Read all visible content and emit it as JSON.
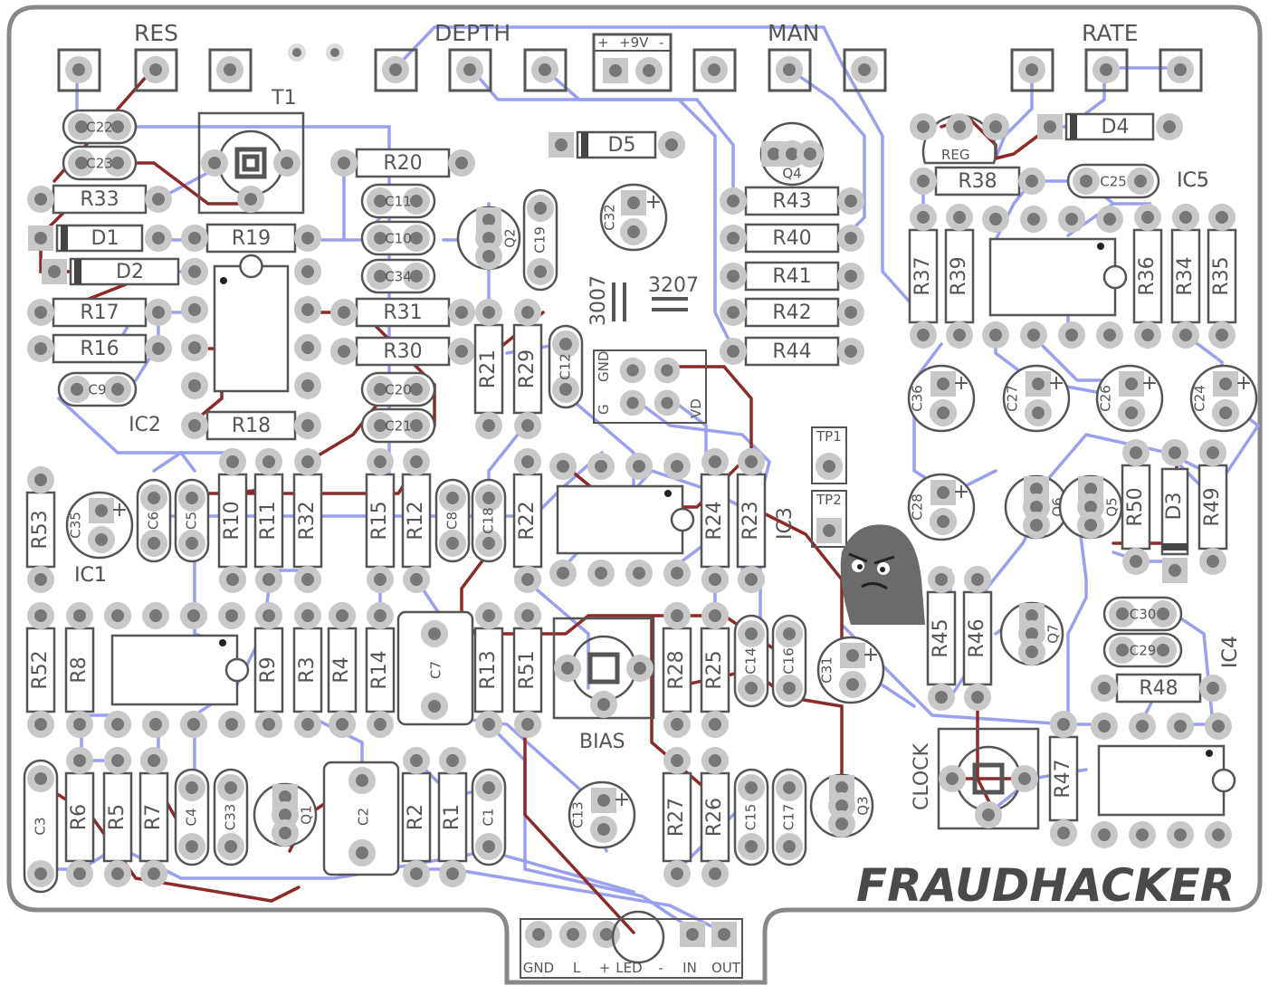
{
  "board": {
    "brand": "FRAUDHACKER",
    "colors": {
      "outline": "#777777",
      "silk": "#555555",
      "trace_top": "#9aa0ec",
      "trace_bottom": "#8a2a2a",
      "pad_ring": "#c6c6c6",
      "pad_hole": "#777777",
      "background": "#ffffff"
    }
  },
  "pots": [
    {
      "label": "RES"
    },
    {
      "label": "DEPTH"
    },
    {
      "label": "MAN"
    },
    {
      "label": "RATE"
    }
  ],
  "power": {
    "plus": "+",
    "label": "+9V",
    "minus": "-"
  },
  "trimmers": [
    {
      "ref": "T1"
    },
    {
      "ref": "BIAS"
    },
    {
      "ref": "CLOCK"
    }
  ],
  "transistor_pinout": {
    "ref_a": "3007",
    "ref_b": "3207"
  },
  "header": {
    "pins": [
      "GND",
      "G",
      "VD"
    ]
  },
  "test_points": [
    "TP1",
    "TP2"
  ],
  "ics": [
    "IC1",
    "IC2",
    "IC3",
    "IC4",
    "IC5"
  ],
  "resistors": [
    "R1",
    "R2",
    "R3",
    "R4",
    "R5",
    "R6",
    "R7",
    "R8",
    "R9",
    "R10",
    "R11",
    "R12",
    "R13",
    "R14",
    "R15",
    "R16",
    "R17",
    "R18",
    "R19",
    "R20",
    "R21",
    "R22",
    "R23",
    "R24",
    "R25",
    "R26",
    "R27",
    "R28",
    "R29",
    "R30",
    "R31",
    "R32",
    "R33",
    "R34",
    "R35",
    "R36",
    "R37",
    "R38",
    "R39",
    "R40",
    "R41",
    "R42",
    "R43",
    "R44",
    "R45",
    "R46",
    "R47",
    "R48",
    "R49",
    "R50",
    "R51",
    "R52",
    "R53"
  ],
  "capacitors": [
    "C1",
    "C2",
    "C3",
    "C4",
    "C5",
    "C6",
    "C7",
    "C8",
    "C9",
    "C10",
    "C11",
    "C12",
    "C13",
    "C14",
    "C15",
    "C16",
    "C17",
    "C18",
    "C19",
    "C20",
    "C21",
    "C22",
    "C23",
    "C24",
    "C25",
    "C26",
    "C27",
    "C28",
    "C29",
    "C30",
    "C31",
    "C32",
    "C33",
    "C34",
    "C35",
    "C36"
  ],
  "diodes": [
    "D1",
    "D2",
    "D3",
    "D4",
    "D5"
  ],
  "transistors": [
    "Q1",
    "Q2",
    "Q3",
    "Q4",
    "Q5",
    "Q6",
    "Q7"
  ],
  "regulator": "REG",
  "footer_header": [
    "GND",
    "L",
    "+",
    "LED",
    "-",
    "IN",
    "OUT"
  ]
}
